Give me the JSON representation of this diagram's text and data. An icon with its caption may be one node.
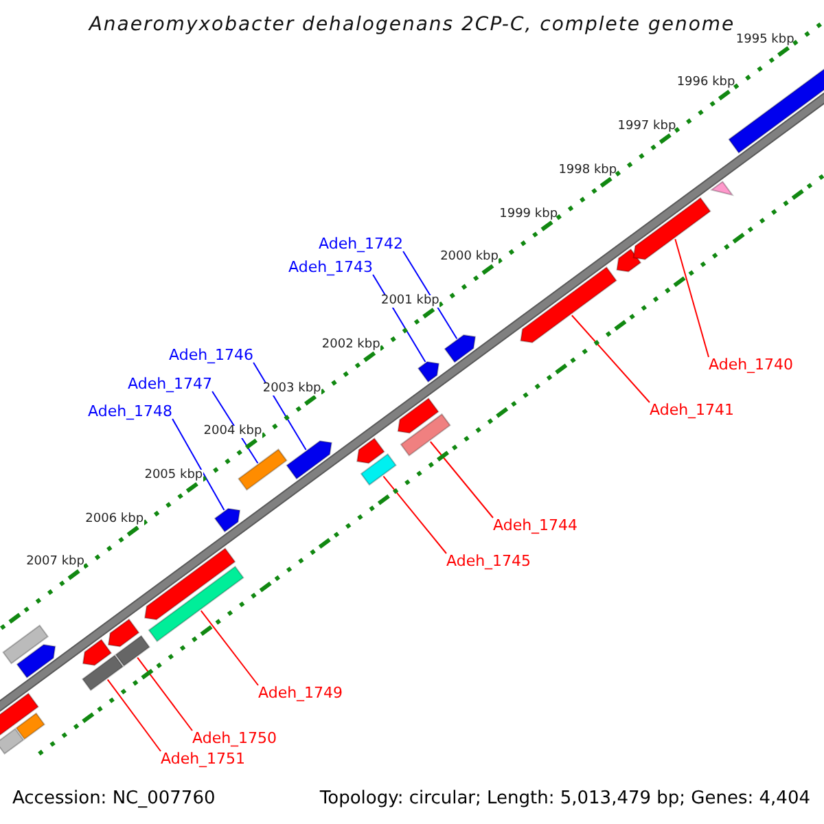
{
  "diagram": {
    "title": "Anaeromyxobacter dehalogenans 2CP-C, complete genome",
    "nodes": [
      {
        "text": [
          "Adeh_1742"
        ]
      },
      {
        "text": [
          "Adeh_1743"
        ]
      },
      {
        "text": [
          "Adeh_1746"
        ]
      },
      {
        "text": [
          "Adeh_1747"
        ]
      },
      {
        "text": [
          "Adeh_1748"
        ]
      },
      {
        "text": [
          "Adeh_1740"
        ]
      },
      {
        "text": [
          "Adeh_1741"
        ]
      },
      {
        "text": [
          "Adeh_1744"
        ]
      },
      {
        "text": [
          "Adeh_1745"
        ]
      },
      {
        "text": [
          "Adeh_1749"
        ]
      },
      {
        "text": [
          "Adeh_1750"
        ]
      },
      {
        "text": [
          "Adeh_1751"
        ]
      },
      {
        "text": [],
        "shape": "bar"
      },
      {
        "text": [],
        "shape": "arrow"
      },
      {
        "text": [],
        "shape": "bar"
      },
      {
        "text": [],
        "shape": "bar"
      },
      {
        "text": [],
        "shape": "arrow"
      },
      {
        "text": [],
        "shape": "bar"
      },
      {
        "text": [],
        "shape": "arrow"
      },
      {
        "text": [],
        "shape": "bar"
      },
      {
        "text": [],
        "shape": "arrow"
      },
      {
        "text": [],
        "shape": "bar"
      },
      {
        "text": [],
        "shape": "arrow"
      },
      {
        "text": [],
        "shape": "arrow"
      },
      {
        "text": [],
        "shape": "bar"
      },
      {
        "text": [],
        "shape": "arrow"
      },
      {
        "text": [],
        "shape": "bar"
      },
      {
        "text": [],
        "shape": "arrow"
      },
      {
        "text": [],
        "shape": "bar"
      },
      {
        "text": [],
        "shape": "arrow"
      },
      {
        "text": [],
        "shape": "arrow"
      },
      {
        "text": [],
        "shape": "arrow"
      },
      {
        "text": [],
        "shape": "arrow"
      },
      {
        "text": [],
        "shape": "arrow"
      },
      {
        "text": [],
        "shape": "arrow"
      },
      {
        "text": [],
        "shape": "triangle"
      },
      {
        "text": [],
        "shape": "arrow"
      }
    ],
    "edges": [
      {
        "from": 0,
        "to": 31,
        "arrow": "none",
        "color": "#0000ff"
      },
      {
        "from": 1,
        "to": 30,
        "arrow": "none",
        "color": "#0000ff"
      },
      {
        "from": 2,
        "to": 25,
        "arrow": "none",
        "color": "#0000ff"
      },
      {
        "from": 3,
        "to": 24,
        "arrow": "none",
        "color": "#0000ff"
      },
      {
        "from": 4,
        "to": 23,
        "arrow": "none",
        "color": "#0000ff"
      },
      {
        "from": 5,
        "to": 34,
        "arrow": "none"
      },
      {
        "from": 6,
        "to": 32,
        "arrow": "none"
      },
      {
        "from": 7,
        "to": 28,
        "arrow": "none"
      },
      {
        "from": 8,
        "to": 26,
        "arrow": "none"
      },
      {
        "from": 9,
        "to": 21,
        "arrow": "none"
      },
      {
        "from": 10,
        "to": 19,
        "arrow": "none"
      },
      {
        "from": 11,
        "to": 17,
        "arrow": "none"
      }
    ],
    "labels": [
      "1995 kbp",
      "1996 kbp",
      "1997 kbp",
      "1998 kbp",
      "1999 kbp",
      "2000 kbp",
      "2001 kbp",
      "2002 kbp",
      "2003 kbp",
      "2004 kbp",
      "2005 kbp",
      "2006 kbp",
      "2007 kbp",
      "Accession: NC_007760",
      "Topology: circular; Length: 5,013,479 bp; Genes: 4,404"
    ]
  }
}
